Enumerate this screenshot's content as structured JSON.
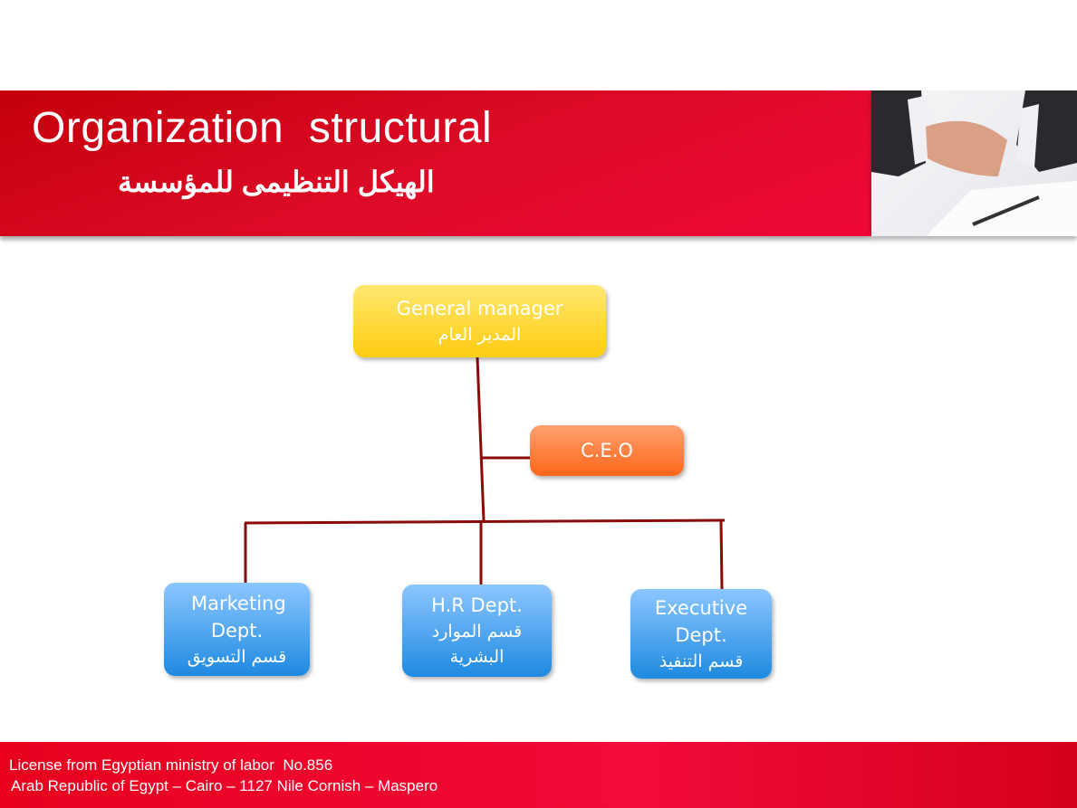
{
  "header": {
    "title": "Organization  structural",
    "subtitle_ar": "الهيكل التنظيمى للمؤسسة"
  },
  "org_chart": {
    "general_manager": {
      "en": "General manager",
      "ar": "المدير العام"
    },
    "ceo": {
      "en": "C.E.O"
    },
    "departments": [
      {
        "en": "Marketing Dept.",
        "ar": "قسم التسويق"
      },
      {
        "en": "H.R Dept.",
        "ar": "قسم الموارد البشرية"
      },
      {
        "en": "Executive Dept.",
        "ar": "قسم التنفيذ"
      }
    ],
    "colors": {
      "line": "#8b0a0a",
      "gm": "#ffd633",
      "ceo": "#ff7a30",
      "dept": "#4aa6f0"
    }
  },
  "footer": {
    "line1": "License from Egyptian ministry of labor  No.856",
    "line2": "Arab Republic of Egypt – Cairo – 1127 Nile Cornish – Maspero"
  },
  "icons": {
    "header_photo": "handshake-photo"
  }
}
